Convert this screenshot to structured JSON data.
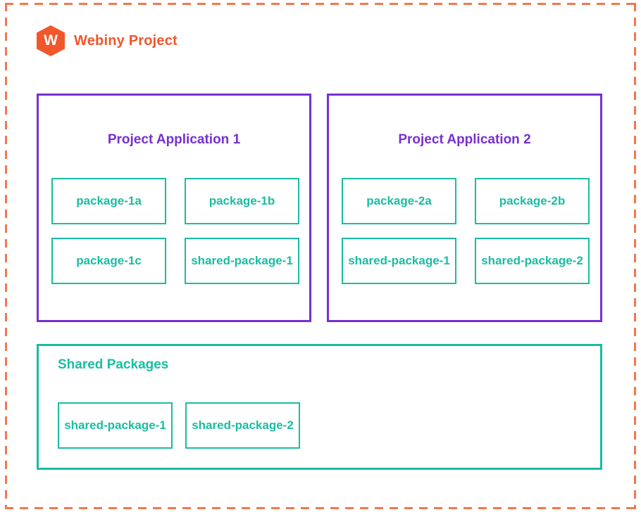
{
  "header": {
    "logo_letter": "W",
    "title": "Webiny Project"
  },
  "applications": [
    {
      "title": "Project Application 1",
      "packages": [
        "package-1a",
        "package-1b",
        "package-1c",
        "shared-package-1"
      ]
    },
    {
      "title": "Project Application 2",
      "packages": [
        "package-2a",
        "package-2b",
        "shared-package-1",
        "shared-package-2"
      ]
    }
  ],
  "shared_section": {
    "title": "Shared Packages",
    "packages": [
      "shared-package-1",
      "shared-package-2"
    ]
  },
  "colors": {
    "brand_orange": "#F2562B",
    "dashed_border_orange": "#F4774E",
    "application_purple": "#7630D1",
    "package_teal": "#1BBCA2"
  }
}
